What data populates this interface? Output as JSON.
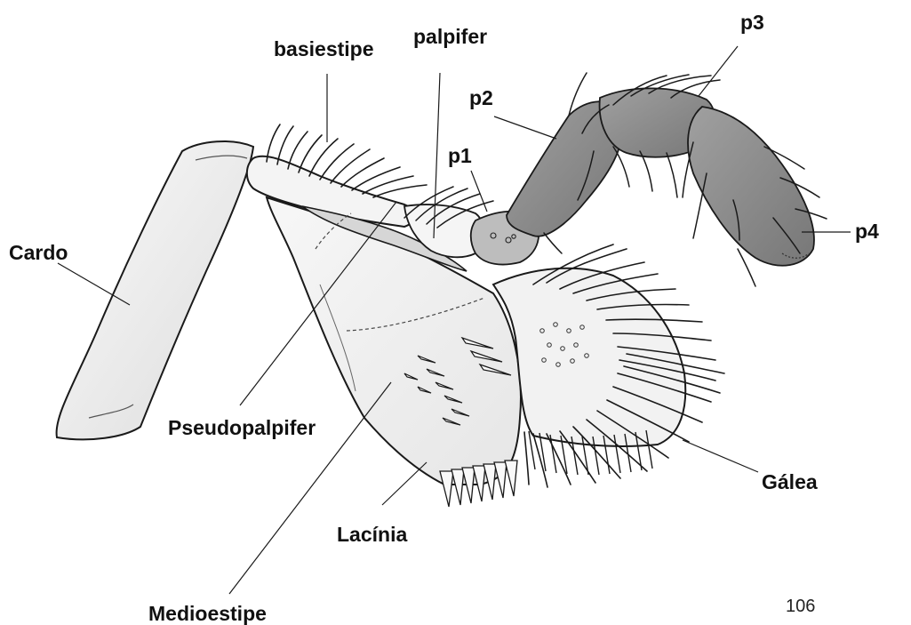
{
  "labels": {
    "basiestipe": "basiestipe",
    "palpifer": "palpifer",
    "p1": "p1",
    "p2": "p2",
    "p3": "p3",
    "p4": "p4",
    "cardo": "Cardo",
    "pseudopalpifer": "Pseudopalpifer",
    "lacinia": "Lacínia",
    "galea": "Gálea",
    "medioestipe": "Medioestipe"
  },
  "page_number": "106",
  "colors": {
    "outline": "#1a1a1a",
    "palp_shade": "#8e8e8e",
    "palp_shade_light": "#a8a8a8",
    "body_shade": "#f1f1f1",
    "cardo_shade": "#e9e9e9"
  }
}
